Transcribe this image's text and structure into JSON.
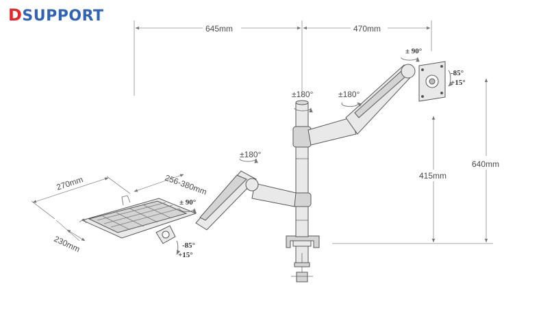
{
  "brand": {
    "first": "D",
    "rest": "SUPPORT",
    "first_color": "#e5262a",
    "rest_color": "#2f63b7"
  },
  "dimensions": {
    "width_left": "645mm",
    "width_right": "470mm",
    "height_total": "640mm",
    "height_pole": "415mm",
    "tray_width": "270mm",
    "tray_depth": "230mm",
    "tray_range": "256-380mm"
  },
  "rotations": {
    "pole": "±180°",
    "arm_right": "±180°",
    "arm_left": "±180°",
    "head_right": "± 90°",
    "head_left": "± 90°",
    "tilt_right_up": "-85°",
    "tilt_right_down": "+15°",
    "tilt_left_up": "-85°",
    "tilt_left_down": "+15°"
  }
}
